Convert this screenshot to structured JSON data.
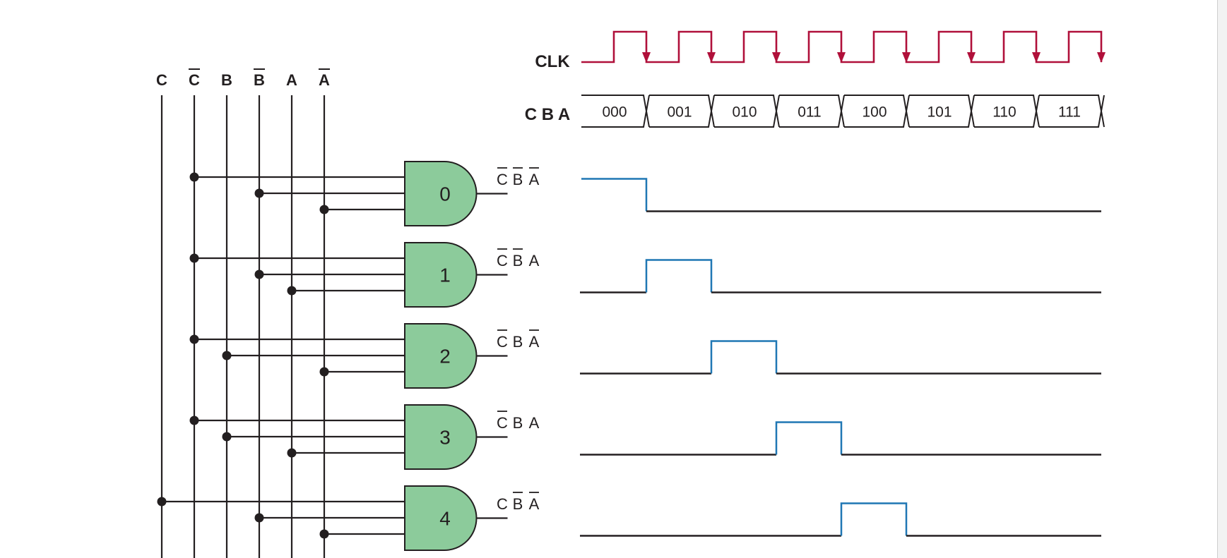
{
  "colors": {
    "wire": "#231f20",
    "gate_fill": "#8ccb9b",
    "clock": "#b0103a",
    "pulse": "#1f77b4"
  },
  "bus": {
    "lines": [
      {
        "label": "C",
        "bar": false
      },
      {
        "label": "C",
        "bar": true
      },
      {
        "label": "B",
        "bar": false
      },
      {
        "label": "B",
        "bar": true
      },
      {
        "label": "A",
        "bar": false
      },
      {
        "label": "A",
        "bar": true
      }
    ]
  },
  "clock": {
    "label": "CLK",
    "cycles": 8
  },
  "state_row": {
    "label": "C B A",
    "states": [
      "000",
      "001",
      "010",
      "011",
      "100",
      "101",
      "110",
      "111"
    ]
  },
  "gates": [
    {
      "number": "0",
      "inputs": [
        "C'",
        "B'",
        "A'"
      ],
      "output": [
        {
          "t": "C",
          "bar": true
        },
        {
          "t": "B",
          "bar": true
        },
        {
          "t": "A",
          "bar": true
        }
      ],
      "active_state": 0
    },
    {
      "number": "1",
      "inputs": [
        "C'",
        "B'",
        "A"
      ],
      "output": [
        {
          "t": "C",
          "bar": true
        },
        {
          "t": "B",
          "bar": true
        },
        {
          "t": "A",
          "bar": false
        }
      ],
      "active_state": 1
    },
    {
      "number": "2",
      "inputs": [
        "C'",
        "B",
        "A'"
      ],
      "output": [
        {
          "t": "C",
          "bar": true
        },
        {
          "t": "B",
          "bar": false
        },
        {
          "t": "A",
          "bar": true
        }
      ],
      "active_state": 2
    },
    {
      "number": "3",
      "inputs": [
        "C'",
        "B",
        "A"
      ],
      "output": [
        {
          "t": "C",
          "bar": true
        },
        {
          "t": "B",
          "bar": false
        },
        {
          "t": "A",
          "bar": false
        }
      ],
      "active_state": 3
    },
    {
      "number": "4",
      "inputs": [
        "C",
        "B'",
        "A'"
      ],
      "output": [
        {
          "t": "C",
          "bar": false
        },
        {
          "t": "B",
          "bar": true
        },
        {
          "t": "A",
          "bar": true
        }
      ],
      "active_state": 4
    }
  ]
}
